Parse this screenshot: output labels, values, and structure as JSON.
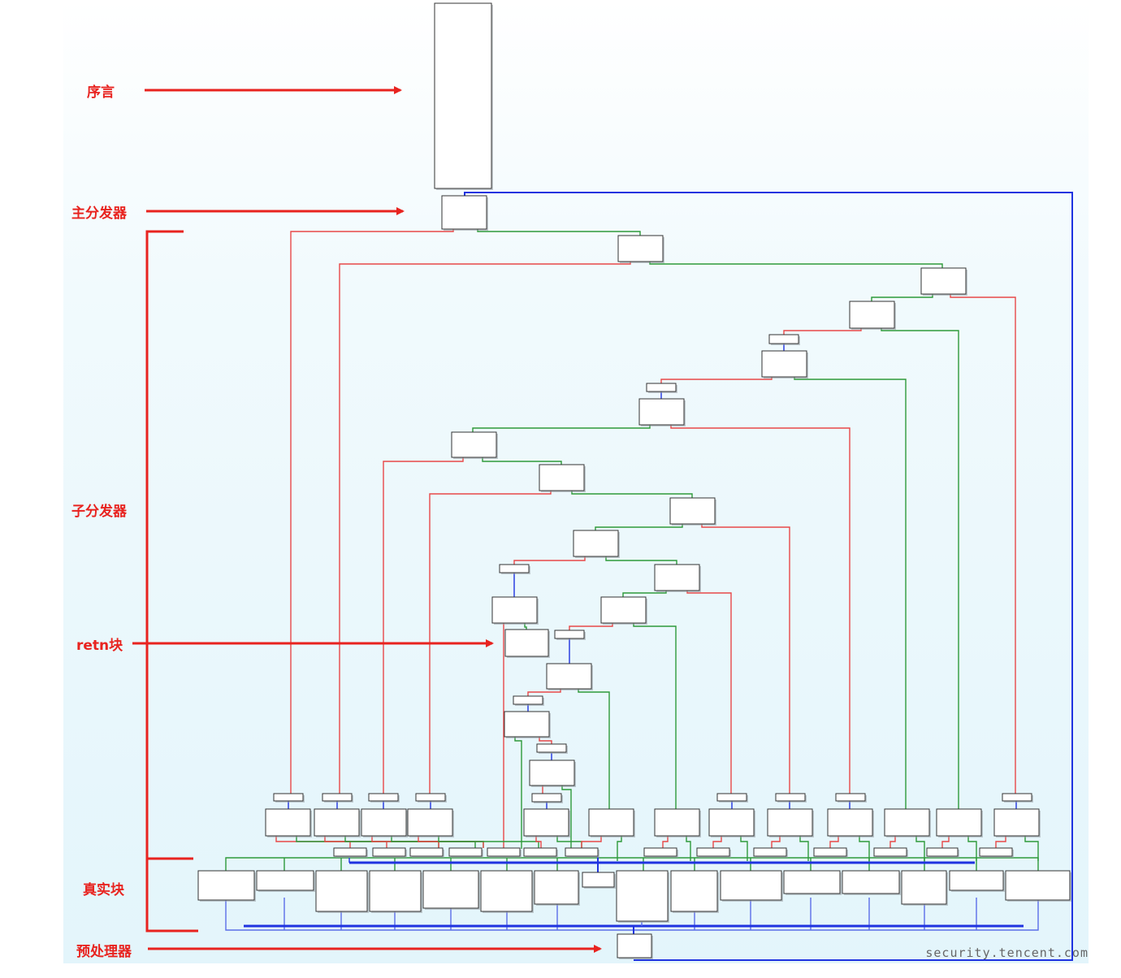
{
  "annotations": {
    "prologue": "序言",
    "main_dispatcher": "主分发器",
    "sub_dispatchers": "子分发器",
    "retn_block": "retn块",
    "real_blocks": "真实块",
    "preprocessor": "预处理器"
  },
  "watermark": "security.tencent.com",
  "colors": {
    "annotation": "#e8231f",
    "edge_true": "#2e9a3a",
    "edge_false": "#e84848",
    "edge_unconditional": "#1f33e0",
    "edge_merge": "#5b6ee8",
    "node_fill": "#ffffff",
    "node_border": "#333333"
  }
}
